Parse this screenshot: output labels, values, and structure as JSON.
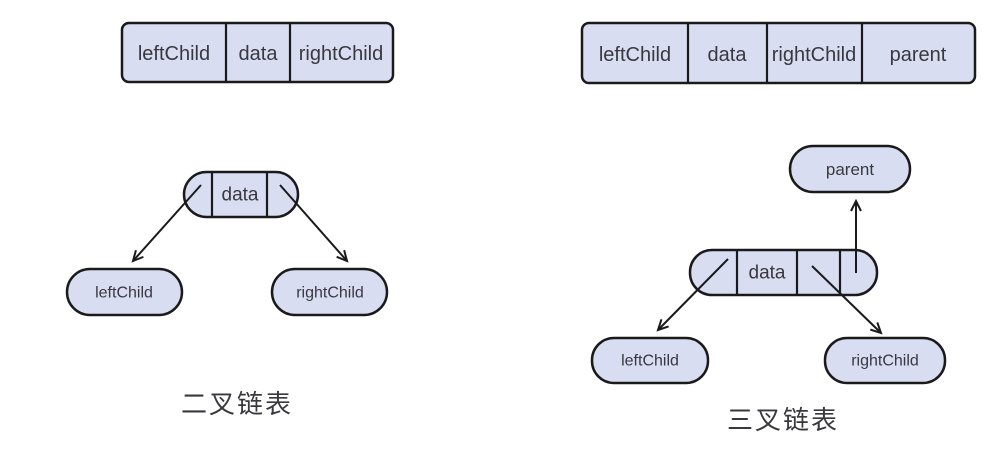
{
  "colors": {
    "background": "#ffffff",
    "node_fill": "#d9ddf2",
    "node_stroke": "#1a1a1a",
    "text_color": "#38383f"
  },
  "left_diagram": {
    "caption": "二叉链表",
    "record_cells": [
      "leftChild",
      "data",
      "rightChild"
    ],
    "node_data_label": "data",
    "left_child_label": "leftChild",
    "right_child_label": "rightChild"
  },
  "right_diagram": {
    "caption": "三叉链表",
    "record_cells": [
      "leftChild",
      "data",
      "rightChild",
      "parent"
    ],
    "node_data_label": "data",
    "parent_label": "parent",
    "left_child_label": "leftChild",
    "right_child_label": "rightChild"
  }
}
